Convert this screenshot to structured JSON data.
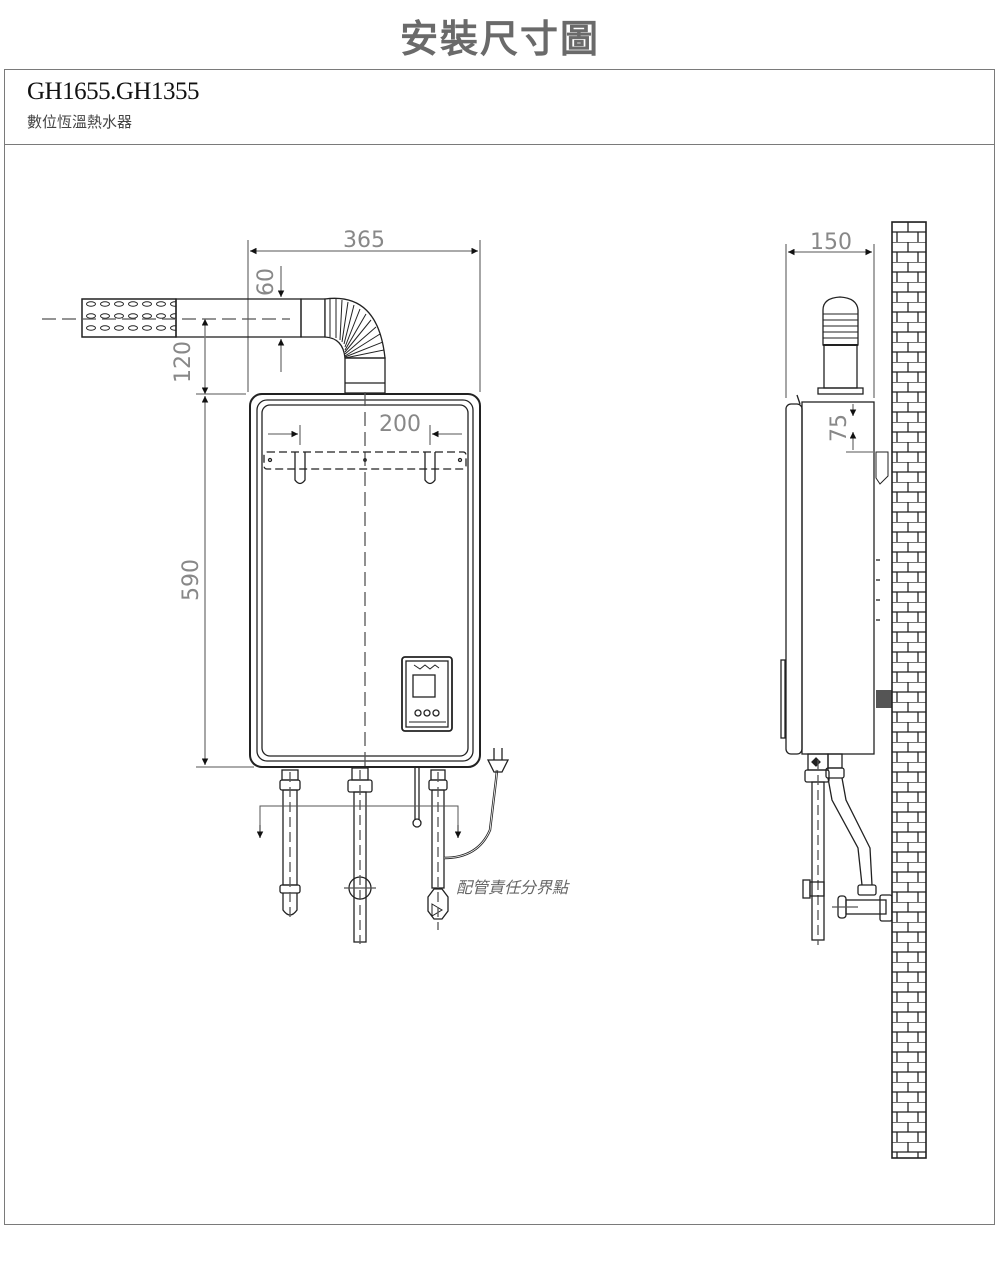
{
  "page": {
    "title": "安裝尺寸圖"
  },
  "header": {
    "model": "GH1655.GH1355",
    "product_name": "數位恆溫熱水器"
  },
  "front_view": {
    "dimensions": {
      "width": "365",
      "flue_top_offset": "60",
      "flue_height": "120",
      "bracket_spacing": "200",
      "body_height": "590"
    },
    "note": "配管責任分界點"
  },
  "side_view": {
    "dimensions": {
      "depth": "150",
      "flue_offset": "75"
    }
  },
  "colors": {
    "line": "#222222",
    "dimension": "#888888",
    "frame": "#7a7a7a"
  }
}
